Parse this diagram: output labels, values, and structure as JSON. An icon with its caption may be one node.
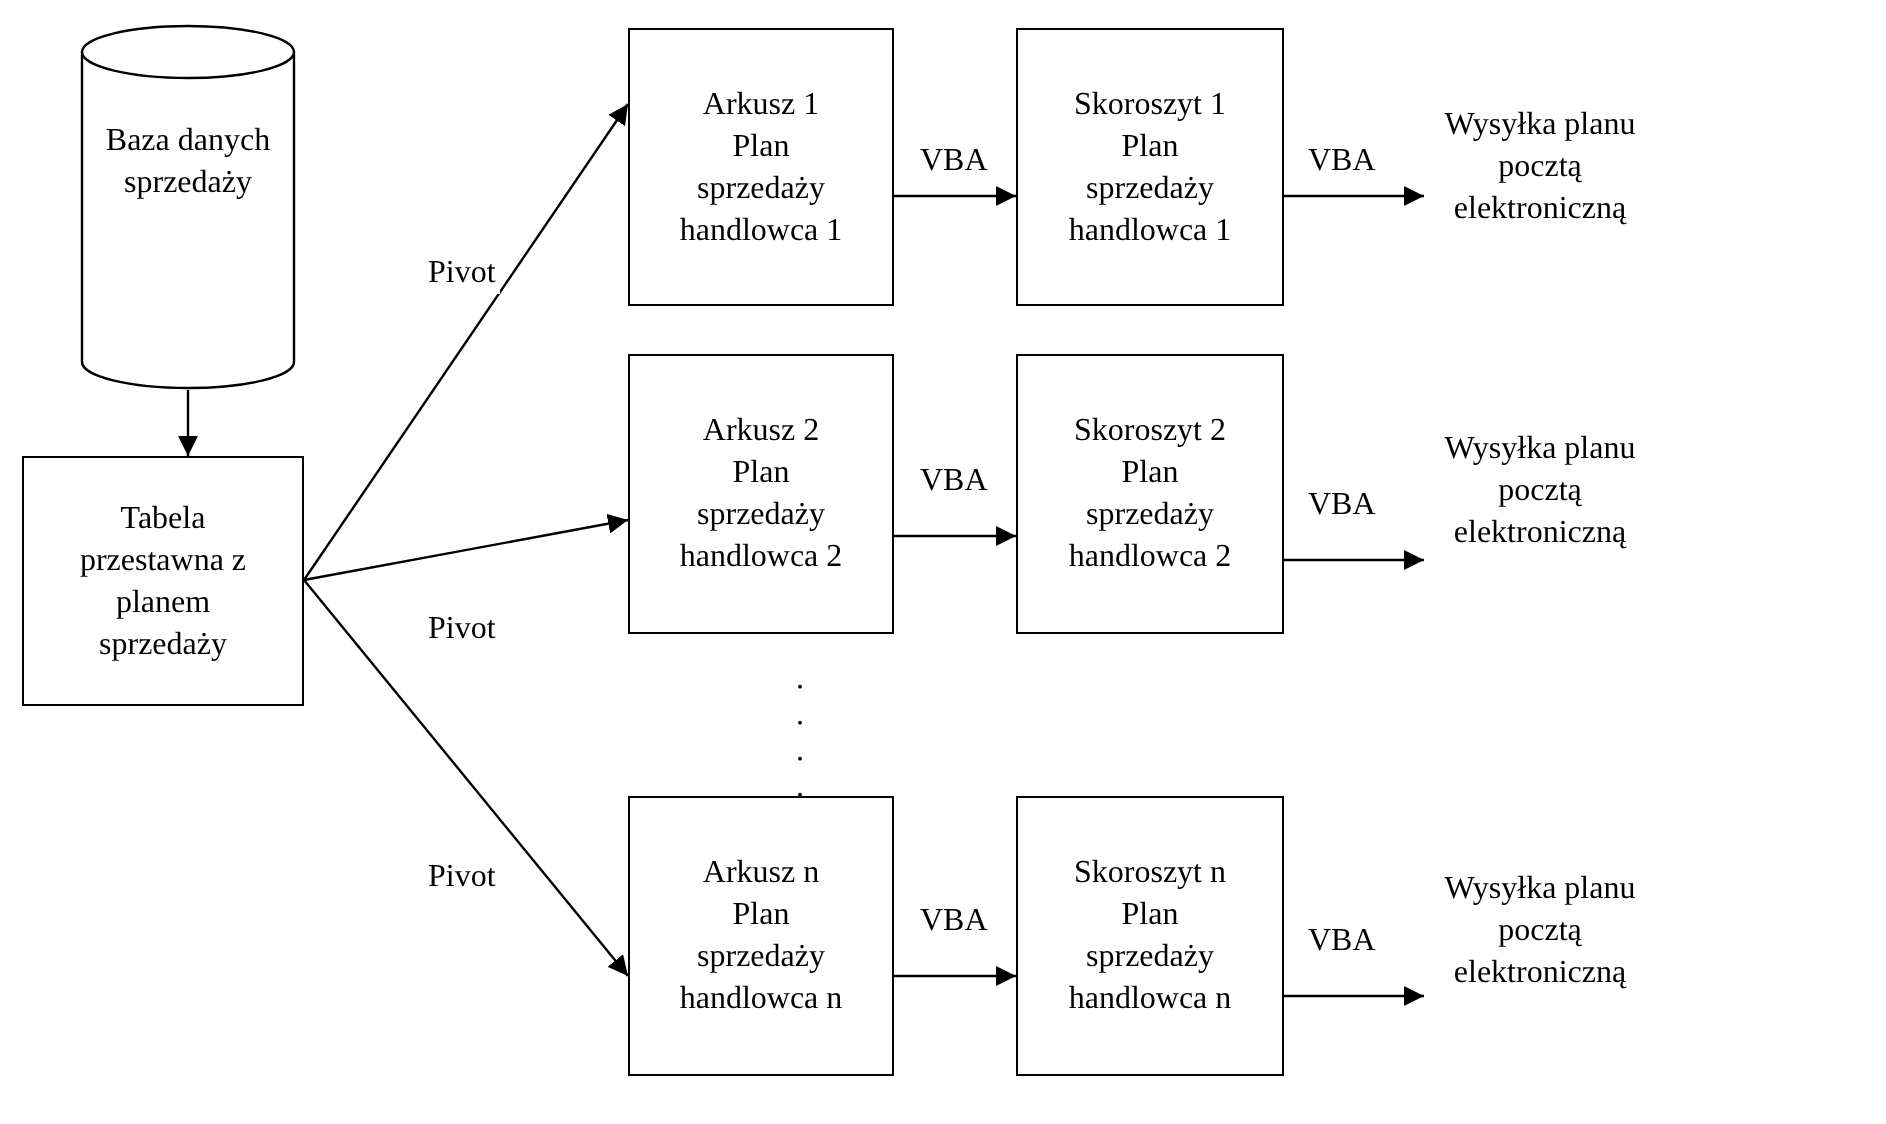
{
  "diagram": {
    "nodes": [
      {
        "text": [
          "Baza danych sprzedaży"
        ]
      },
      {
        "text": [
          "Tabela przestawna z planem sprzedaży"
        ]
      },
      {
        "text": [
          "Arkusz 1 Plan sprzedaży handlowca 1"
        ]
      },
      {
        "text": [
          "Skoroszyt 1 Plan sprzedaży handlowca 1"
        ]
      },
      {
        "text": [
          "Wysyłka planu pocztą elektroniczną"
        ]
      },
      {
        "text": [
          "Arkusz 2 Plan sprzedaży handlowca 2"
        ]
      },
      {
        "text": [
          "Skoroszyt 2 Plan sprzedaży handlowca 2"
        ]
      },
      {
        "text": [
          "Wysyłka planu pocztą elektroniczną"
        ]
      },
      {
        "text": [
          "Arkusz n Plan sprzedaży handlowca n"
        ]
      },
      {
        "text": [
          "Skoroszyt n Plan sprzedaży handlowca n"
        ]
      },
      {
        "text": [
          "Wysyłka planu pocztą elektroniczną"
        ]
      }
    ],
    "edges": [
      {
        "from": 0,
        "to": 1,
        "arrow": "to"
      },
      {
        "from": 1,
        "to": 2,
        "arrow": "to",
        "label": "Pivot"
      },
      {
        "from": 1,
        "to": 5,
        "arrow": "to",
        "label": "Pivot"
      },
      {
        "from": 1,
        "to": 8,
        "arrow": "to",
        "label": "Pivot"
      },
      {
        "from": 2,
        "to": 3,
        "arrow": "to",
        "label": "VBA"
      },
      {
        "from": 3,
        "to": 4,
        "arrow": "to",
        "label": "VBA"
      },
      {
        "from": 5,
        "to": 6,
        "arrow": "to",
        "label": "VBA"
      },
      {
        "from": 6,
        "to": 7,
        "arrow": "to",
        "label": "VBA"
      },
      {
        "from": 8,
        "to": 9,
        "arrow": "to",
        "label": "VBA"
      },
      {
        "from": 9,
        "to": 10,
        "arrow": "to",
        "label": "VBA"
      }
    ],
    "labels": [
      ".",
      ".",
      ".",
      "."
    ]
  }
}
